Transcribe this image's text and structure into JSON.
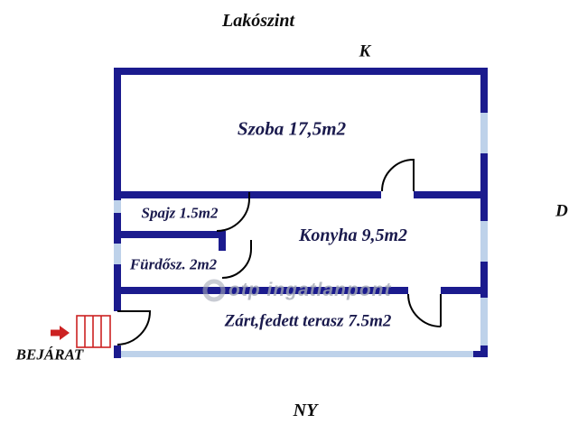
{
  "title": "Lakószint",
  "compass": {
    "east": "K",
    "south": "D",
    "west": "NY"
  },
  "rooms": {
    "szoba": {
      "label": "Szoba 17,5m2"
    },
    "spajz": {
      "label": "Spajz 1.5m2"
    },
    "konyha": {
      "label": "Konyha 9,5m2"
    },
    "furdosz": {
      "label": "Fürdősz. 2m2"
    },
    "terasz": {
      "label": "Zárt,fedett terasz 7.5m2"
    }
  },
  "entrance": {
    "label": "BEJÁRAT"
  },
  "watermark": {
    "text": "otp ingatlanpont"
  },
  "colors": {
    "wall_navy": "#1b1b8e",
    "window_light_blue": "#bed2ea",
    "door_line_black": "#000000",
    "entrance_red": "#cc2222",
    "watermark_gray": "#a3a8b5",
    "room_label_dark": "#1a1a4d"
  }
}
